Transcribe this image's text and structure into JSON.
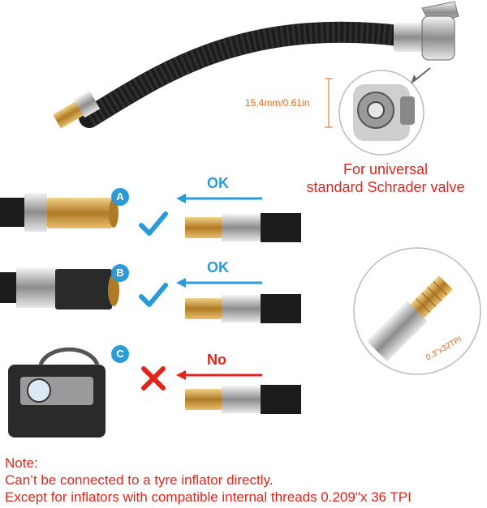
{
  "measurement_label": "15.4mm/0.61in",
  "caption": {
    "line1": "For universal",
    "line2": "standard Schrader valve"
  },
  "rows": [
    {
      "badge": "A",
      "label": "OK",
      "status": "ok",
      "icon": "check-icon",
      "label_color": "#2a9bd8"
    },
    {
      "badge": "B",
      "label": "OK",
      "status": "ok",
      "icon": "check-icon",
      "label_color": "#2a9bd8"
    },
    {
      "badge": "C",
      "label": "No",
      "status": "no",
      "icon": "cross-icon",
      "label_color": "#e0251b"
    }
  ],
  "thread_label": "0.3\"x32TPI",
  "note": {
    "title": "Note:",
    "line1": "Can’t be connected to a tyre inflator directly.",
    "line2": "Except for inflators with compatible internal threads 0.209\"x 36 TPI"
  },
  "colors": {
    "accent_blue": "#2a9bd8",
    "alert_red": "#e0251b",
    "measure_orange": "#e06a1b",
    "brass": "#c9963a",
    "hose": "#1c1c1c"
  }
}
